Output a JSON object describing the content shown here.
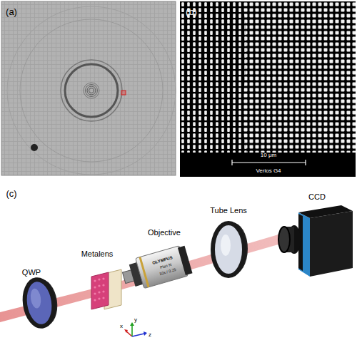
{
  "diagram": {
    "labels": [
      "(a)",
      "(b)",
      "(c)",
      "10 μm",
      "Verios G4",
      "QWP",
      "Metalens",
      "Objective",
      "Tube Lens",
      "CCD",
      "OLYMPUS",
      "Plan N",
      "10x / 0.25",
      "x",
      "y",
      "z"
    ]
  }
}
